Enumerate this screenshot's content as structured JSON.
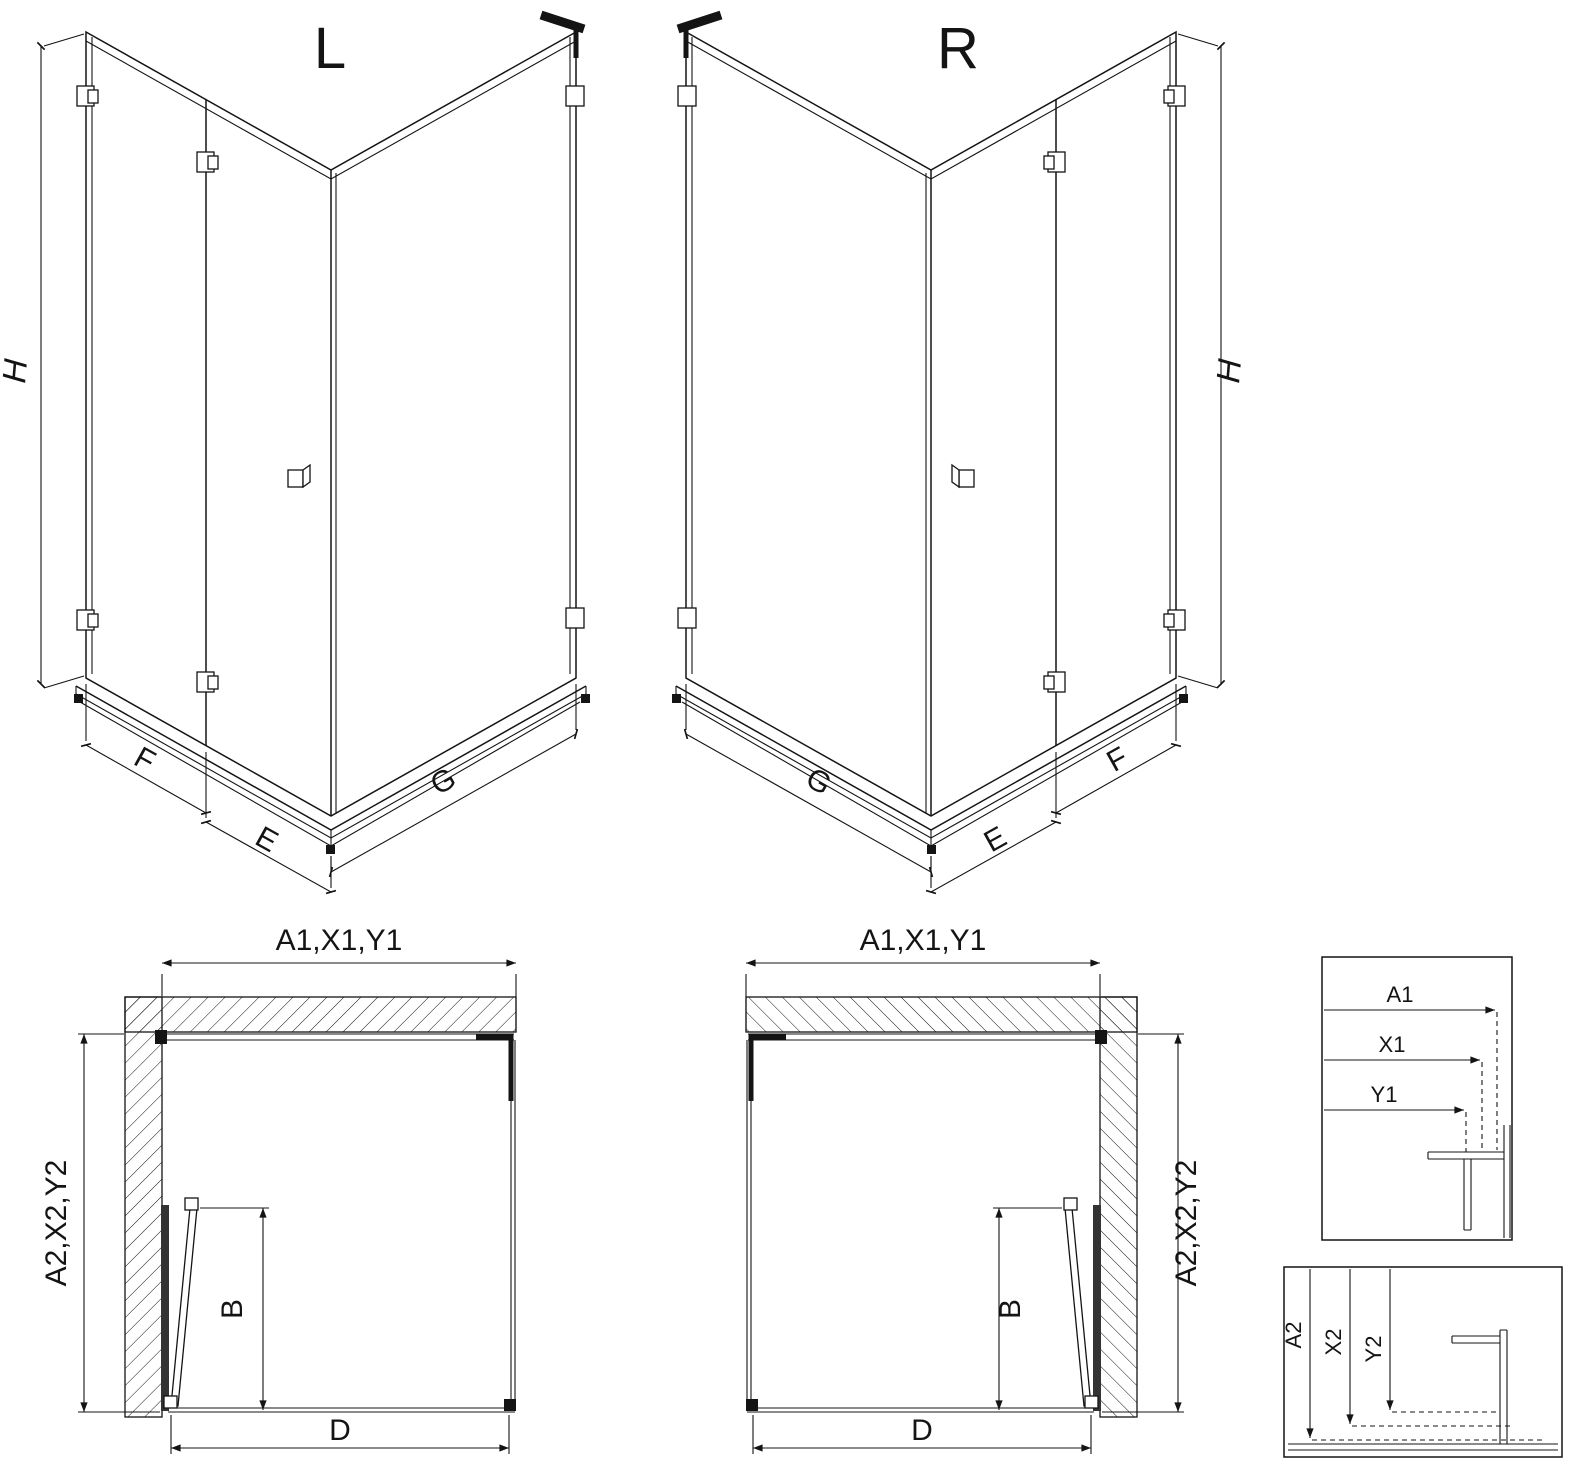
{
  "views": {
    "iso_left": {
      "label": "L",
      "dim_h": "H",
      "dim_f": "F",
      "dim_e": "E",
      "dim_g": "G"
    },
    "iso_right": {
      "label": "R",
      "dim_h": "H",
      "dim_f": "F",
      "dim_e": "E",
      "dim_g": "G"
    },
    "plan_left": {
      "dim_top": "A1,X1,Y1",
      "dim_side": "A2,X2,Y2",
      "dim_door": "B",
      "dim_width": "D"
    },
    "plan_right": {
      "dim_top": "A1,X1,Y1",
      "dim_side": "A2,X2,Y2",
      "dim_door": "B",
      "dim_width": "D"
    },
    "detail_horizontal": {
      "labels": [
        "A1",
        "X1",
        "Y1"
      ]
    },
    "detail_vertical": {
      "labels": [
        "A2",
        "X2",
        "Y2"
      ]
    }
  },
  "colors": {
    "line": "#141414",
    "background": "#ffffff"
  }
}
